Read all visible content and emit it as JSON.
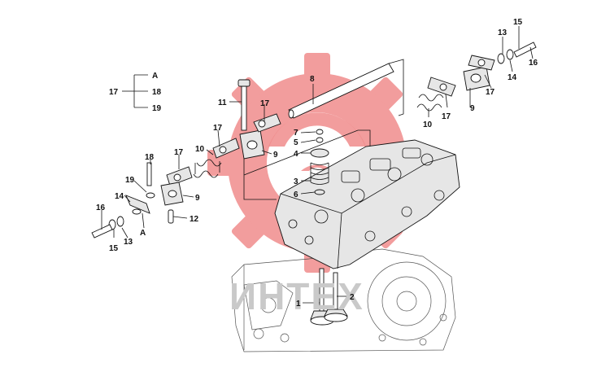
{
  "watermark": {
    "text": "ИНТЕХ",
    "gear_color": "#f08c8c"
  },
  "legend": {
    "root": "17",
    "items": [
      "A",
      "18",
      "19"
    ]
  },
  "callouts": {
    "c1": "1",
    "c2": "2",
    "c3": "3",
    "c4": "4",
    "c5": "5",
    "c6": "6",
    "c7": "7",
    "c8": "8",
    "c9a": "9",
    "c9b": "9",
    "c9c": "9",
    "c10a": "10",
    "c10b": "10",
    "c11": "11",
    "c12": "12",
    "c13a": "13",
    "c13b": "13",
    "c14a": "14",
    "c14b": "14",
    "c15a": "15",
    "c15b": "15",
    "c16a": "16",
    "c16b": "16",
    "c17a": "17",
    "c17b": "17",
    "c17c": "17",
    "c17d": "17",
    "c17e": "17",
    "c18": "18",
    "c19": "19",
    "cA": "A"
  }
}
